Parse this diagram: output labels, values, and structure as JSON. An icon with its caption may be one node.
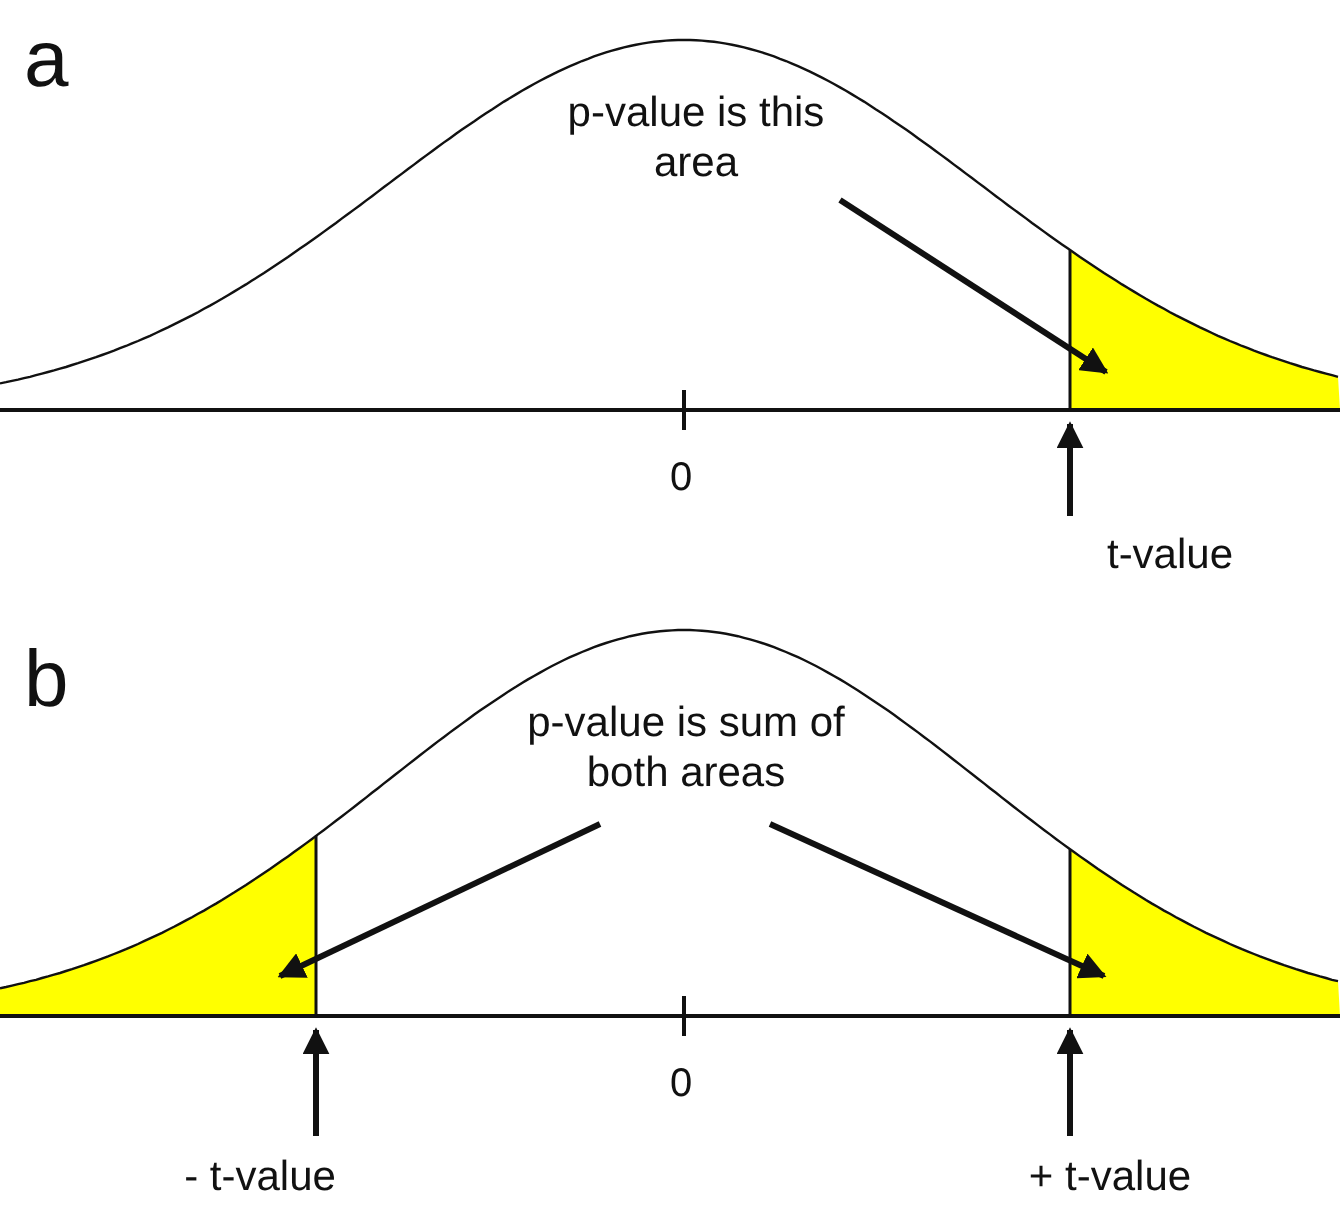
{
  "diagram": {
    "nodes": [
      {
        "text": [
          "p-value is this area"
        ]
      },
      {
        "text": [],
        "shape": "area"
      },
      {
        "text": [
          "t-value"
        ]
      },
      {
        "text": [
          "p-value is sum of both areas"
        ]
      },
      {
        "text": [],
        "shape": "area"
      },
      {
        "text": [],
        "shape": "area"
      },
      {
        "text": [
          "- t-value"
        ]
      },
      {
        "text": [
          "+ t-value"
        ]
      }
    ],
    "edges": [
      {
        "from": 0,
        "to": 1,
        "arrow": "to"
      },
      {
        "from": 2,
        "to": 1,
        "arrow": "to"
      },
      {
        "from": 3,
        "to": 4,
        "arrow": "to"
      },
      {
        "from": 3,
        "to": 5,
        "arrow": "to"
      },
      {
        "from": 6,
        "to": 4,
        "arrow": "to"
      },
      {
        "from": 7,
        "to": 5,
        "arrow": "to"
      }
    ],
    "labels": [
      "a",
      "0",
      "b",
      "0"
    ]
  }
}
